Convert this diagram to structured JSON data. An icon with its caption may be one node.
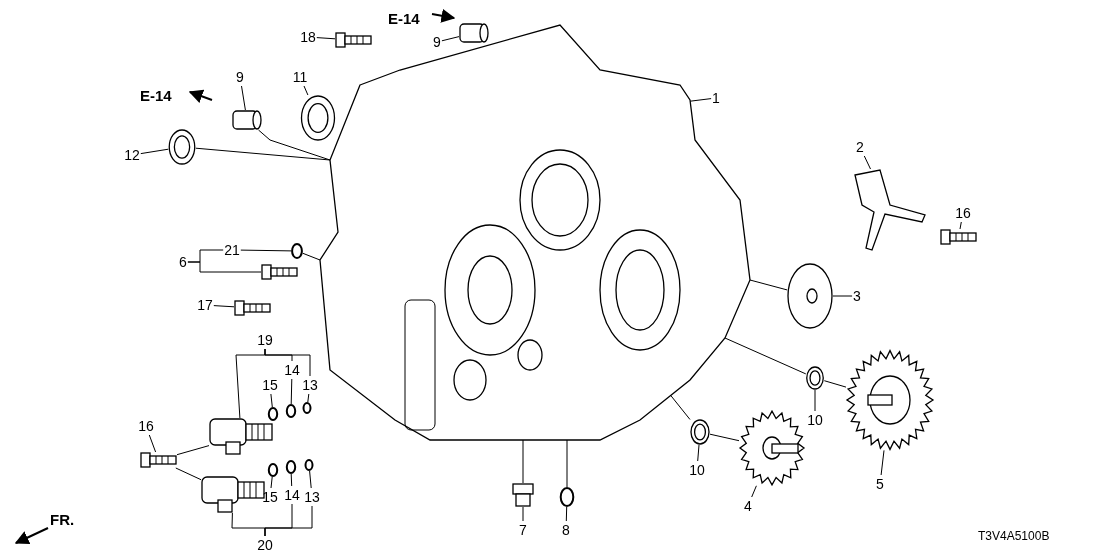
{
  "diagram": {
    "nodes": [
      {
        "text": [
          "18"
        ]
      },
      {
        "text": [
          "9"
        ]
      },
      {
        "text": [
          "1"
        ]
      },
      {
        "text": [
          "9"
        ]
      },
      {
        "text": [
          "11"
        ]
      },
      {
        "text": [
          "12"
        ]
      },
      {
        "text": [
          "2"
        ]
      },
      {
        "text": [
          "16"
        ]
      },
      {
        "text": [
          "21"
        ]
      },
      {
        "text": [
          "6"
        ]
      },
      {
        "text": [
          "3"
        ]
      },
      {
        "text": [
          "17"
        ]
      },
      {
        "text": [
          "19"
        ]
      },
      {
        "text": [
          "14"
        ]
      },
      {
        "text": [
          "15"
        ]
      },
      {
        "text": [
          "13"
        ]
      },
      {
        "text": [
          "10"
        ]
      },
      {
        "text": [
          "16"
        ]
      },
      {
        "text": [
          "5"
        ]
      },
      {
        "text": [
          "15"
        ]
      },
      {
        "text": [
          "14"
        ]
      },
      {
        "text": [
          "13"
        ]
      },
      {
        "text": [
          "10"
        ]
      },
      {
        "text": [
          "4"
        ]
      },
      {
        "text": [
          "7"
        ]
      },
      {
        "text": [
          "8"
        ]
      },
      {
        "text": [
          "20"
        ]
      },
      {
        "text": [],
        "shape": "picture"
      },
      {
        "text": [],
        "shape": "cylinder"
      },
      {
        "text": [],
        "shape": "picture"
      },
      {
        "text": [],
        "shape": "cylinder"
      },
      {
        "text": [],
        "shape": "picture"
      },
      {
        "text": [],
        "shape": "picture"
      },
      {
        "text": [],
        "shape": "picture"
      },
      {
        "text": [],
        "shape": "picture"
      },
      {
        "text": [],
        "shape": "circle"
      },
      {
        "text": [],
        "shape": "picture"
      },
      {
        "text": [],
        "shape": "picture"
      },
      {
        "text": [],
        "shape": "picture"
      },
      {
        "text": [],
        "shape": "picture"
      },
      {
        "text": [],
        "shape": "picture"
      },
      {
        "text": [],
        "shape": "circle"
      },
      {
        "text": [],
        "shape": "circle"
      },
      {
        "text": [],
        "shape": "circle"
      },
      {
        "text": [],
        "shape": "picture"
      },
      {
        "text": [],
        "shape": "picture"
      },
      {
        "text": [],
        "shape": "picture"
      },
      {
        "text": [],
        "shape": "picture"
      },
      {
        "text": [],
        "shape": "circle"
      },
      {
        "text": [],
        "shape": "circle"
      },
      {
        "text": [],
        "shape": "circle"
      },
      {
        "text": [],
        "shape": "picture"
      },
      {
        "text": [],
        "shape": "picture"
      },
      {
        "text": [],
        "shape": "circle"
      }
    ],
    "edges": [
      {
        "from": 0,
        "to": 27,
        "arrow": "none"
      },
      {
        "from": 1,
        "to": 28,
        "arrow": "none"
      },
      {
        "from": 2,
        "to": 29,
        "arrow": "none"
      },
      {
        "from": 3,
        "to": 30,
        "arrow": "none"
      },
      {
        "from": 4,
        "to": 31,
        "arrow": "none"
      },
      {
        "from": 5,
        "to": 32,
        "arrow": "none"
      },
      {
        "from": 6,
        "to": 33,
        "arrow": "none"
      },
      {
        "from": 7,
        "to": 34,
        "arrow": "none"
      },
      {
        "from": 8,
        "to": 35,
        "arrow": "none"
      },
      {
        "from": 9,
        "to": 8,
        "arrow": "none"
      },
      {
        "from": 9,
        "to": 36,
        "arrow": "none"
      },
      {
        "from": 10,
        "to": 37,
        "arrow": "none"
      },
      {
        "from": 11,
        "to": 38,
        "arrow": "none"
      },
      {
        "from": 12,
        "to": 44,
        "arrow": "none"
      },
      {
        "from": 12,
        "to": 13,
        "arrow": "none"
      },
      {
        "from": 12,
        "to": 15,
        "arrow": "none"
      },
      {
        "from": 13,
        "to": 42,
        "arrow": "none"
      },
      {
        "from": 14,
        "to": 41,
        "arrow": "none"
      },
      {
        "from": 15,
        "to": 43,
        "arrow": "none"
      },
      {
        "from": 16,
        "to": 39,
        "arrow": "none"
      },
      {
        "from": 17,
        "to": 47,
        "arrow": "none"
      },
      {
        "from": 18,
        "to": 40,
        "arrow": "none"
      },
      {
        "from": 19,
        "to": 50,
        "arrow": "none"
      },
      {
        "from": 20,
        "to": 49,
        "arrow": "none"
      },
      {
        "from": 21,
        "to": 48,
        "arrow": "none"
      },
      {
        "from": 22,
        "to": 45,
        "arrow": "none"
      },
      {
        "from": 23,
        "to": 46,
        "arrow": "none"
      },
      {
        "from": 24,
        "to": 52,
        "arrow": "none"
      },
      {
        "from": 25,
        "to": 53,
        "arrow": "none"
      },
      {
        "from": 26,
        "to": 51,
        "arrow": "none"
      },
      {
        "from": 26,
        "to": 20,
        "arrow": "none"
      },
      {
        "from": 26,
        "to": 21,
        "arrow": "none"
      },
      {
        "from": 32,
        "to": 29,
        "arrow": "none"
      },
      {
        "from": 30,
        "to": 29,
        "arrow": "none"
      },
      {
        "from": 37,
        "to": 29,
        "arrow": "none"
      },
      {
        "from": 29,
        "to": 39,
        "arrow": "none"
      },
      {
        "from": 39,
        "to": 40,
        "arrow": "none"
      },
      {
        "from": 29,
        "to": 45,
        "arrow": "none"
      },
      {
        "from": 45,
        "to": 46,
        "arrow": "none"
      },
      {
        "from": 52,
        "to": 29,
        "arrow": "none"
      },
      {
        "from": 53,
        "to": 29,
        "arrow": "none"
      },
      {
        "from": 35,
        "to": 29,
        "arrow": "none"
      },
      {
        "from": 47,
        "to": 44,
        "arrow": "none"
      },
      {
        "from": 47,
        "to": 51,
        "arrow": "none"
      }
    ],
    "labels": [
      "E-14",
      "E-14",
      "FR.",
      "T3V4A5100B"
    ]
  }
}
